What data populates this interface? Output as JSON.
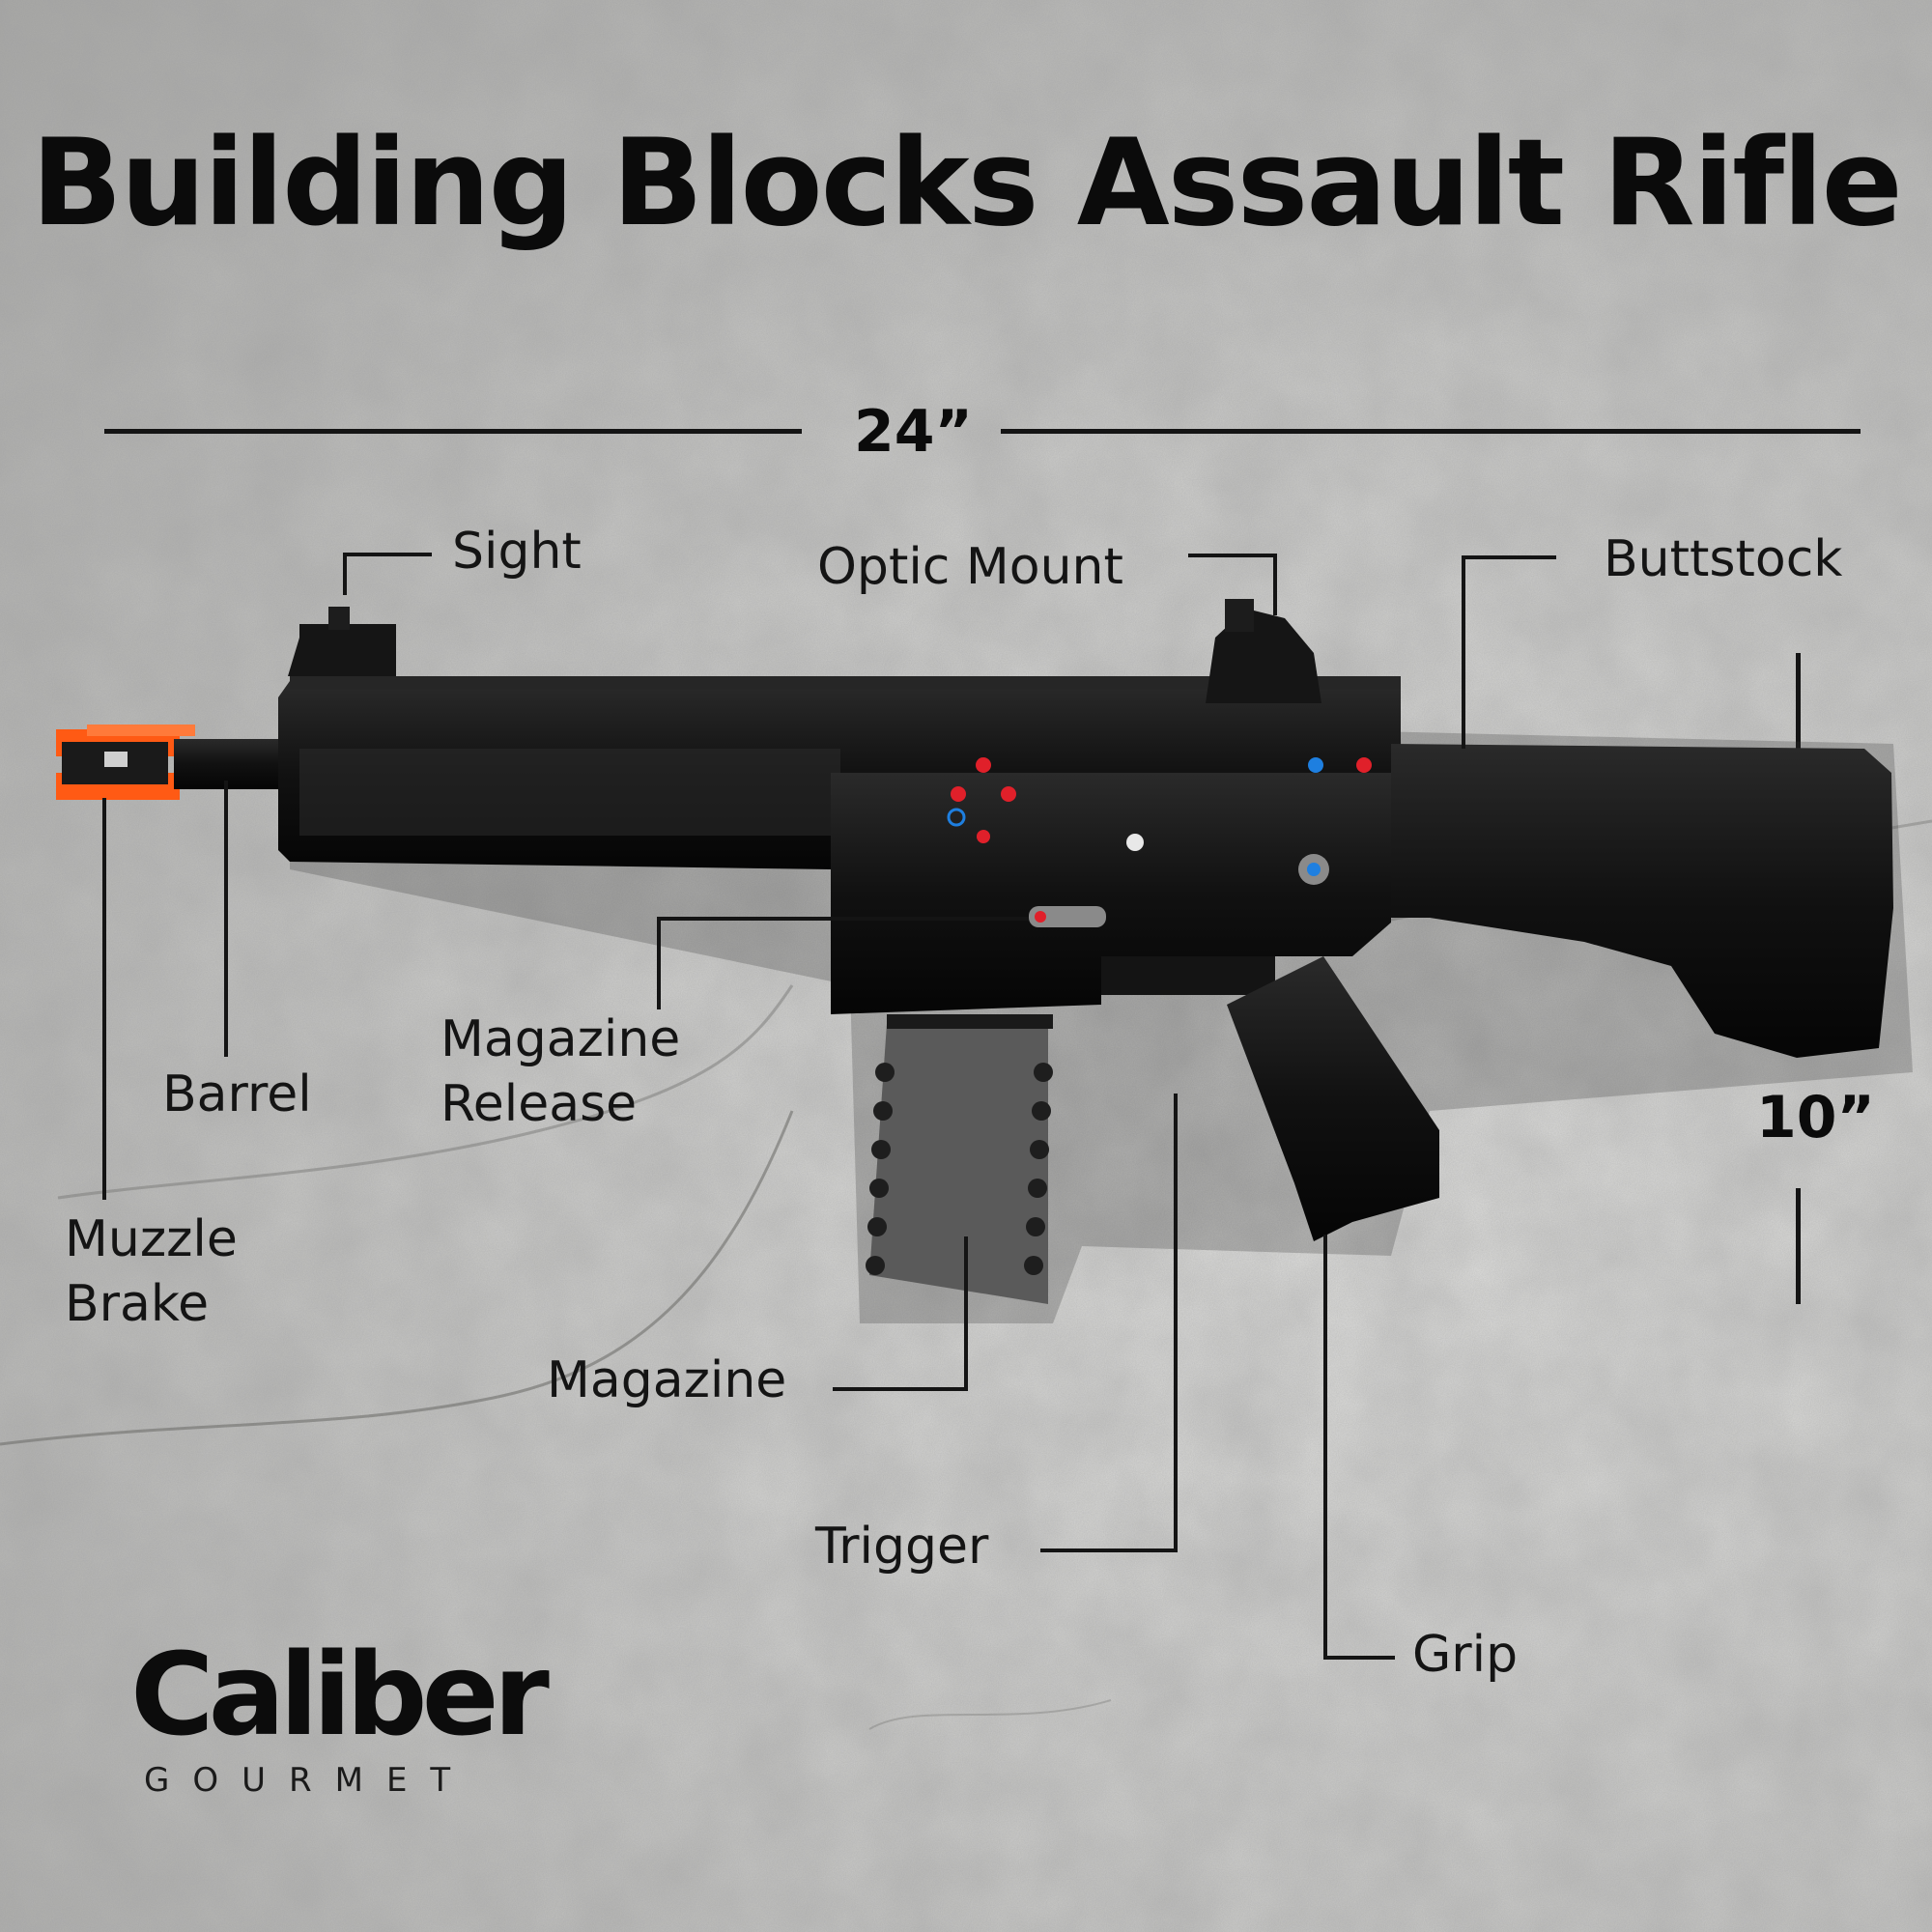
{
  "title": "Building Blocks Assault Rifle",
  "dimensions": {
    "length": "24”",
    "height": "10”"
  },
  "callouts": {
    "sight": "Sight",
    "optic_mount": "Optic Mount",
    "buttstock": "Buttstock",
    "barrel": "Barrel",
    "magazine_release_line1": "Magazine",
    "magazine_release_line2": "Release",
    "muzzle_brake_line1": "Muzzle",
    "muzzle_brake_line2": "Brake",
    "magazine": "Magazine",
    "trigger": "Trigger",
    "grip": "Grip"
  },
  "logo": {
    "wordmark": "Caliber",
    "subtitle": "GOURMET"
  },
  "colors": {
    "background": "#c9c9c7",
    "rifle_body": "#111111",
    "muzzle_brake": "#ff5a14",
    "magazine": "#5a5a5a",
    "accent_red": "#e0202a",
    "accent_blue": "#1e7fe0"
  }
}
